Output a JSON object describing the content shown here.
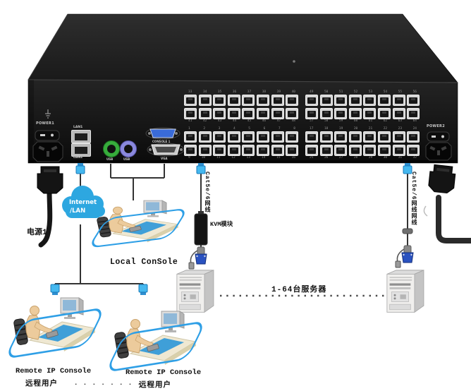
{
  "device": {
    "power1_label": "POWER1",
    "power2_label": "POWER2",
    "lan1_label": "LAN1",
    "lan2_label": "LAN2",
    "ps2_port1_label": "USB",
    "ps2_port2_label": "USB",
    "console_port_label": "CONSOLE 1",
    "vga_port_label": "VGA",
    "port_banks": [
      {
        "name": "top-left",
        "top_numbers": [
          "33",
          "34",
          "35",
          "36",
          "37",
          "38",
          "39",
          "40"
        ],
        "bottom_numbers": [
          "41",
          "42",
          "43",
          "44",
          "45",
          "46",
          "47",
          "48"
        ]
      },
      {
        "name": "top-right",
        "top_numbers": [
          "49",
          "50",
          "51",
          "52",
          "53",
          "54",
          "55",
          "56"
        ],
        "bottom_numbers": [
          "57",
          "58",
          "59",
          "60",
          "61",
          "62",
          "63",
          "64"
        ]
      },
      {
        "name": "bottom-left",
        "top_numbers": [
          "1",
          "2",
          "3",
          "4",
          "5",
          "6",
          "7",
          "8"
        ],
        "bottom_numbers": [
          "9",
          "10",
          "11",
          "12",
          "13",
          "14",
          "15",
          "16"
        ]
      },
      {
        "name": "bottom-right",
        "top_numbers": [
          "17",
          "18",
          "19",
          "20",
          "21",
          "22",
          "23",
          "24"
        ],
        "bottom_numbers": [
          "25",
          "26",
          "27",
          "28",
          "29",
          "30",
          "31",
          "32"
        ]
      }
    ]
  },
  "diagram": {
    "power_cord1_label": "电源1",
    "cloud_label_line1": "Internet",
    "cloud_label_line2": "/LAN",
    "local_console_label": "Local ConSole",
    "cat5e_cable_left_label": "Cat5e/6网线",
    "kvm_module_label": "KVM模块",
    "cat5e_cable_right_label": "Cat5e/6网线网线",
    "servers_label": "1-64台服务器",
    "remote_consoles": [
      {
        "title": "Remote IP Console",
        "subtitle": "远程用户"
      },
      {
        "title": "Remote IP Console",
        "subtitle": "远程用户"
      }
    ],
    "more_consoles_dots": ". . . . . . . . .",
    "colors": {
      "cloud_blue": "#2da7e0",
      "cable_plug_blue": "#45b8ef",
      "console_outline_blue": "#2e9fe6",
      "vga_connector_blue": "#2a52c0",
      "line_dark": "#333333"
    }
  }
}
